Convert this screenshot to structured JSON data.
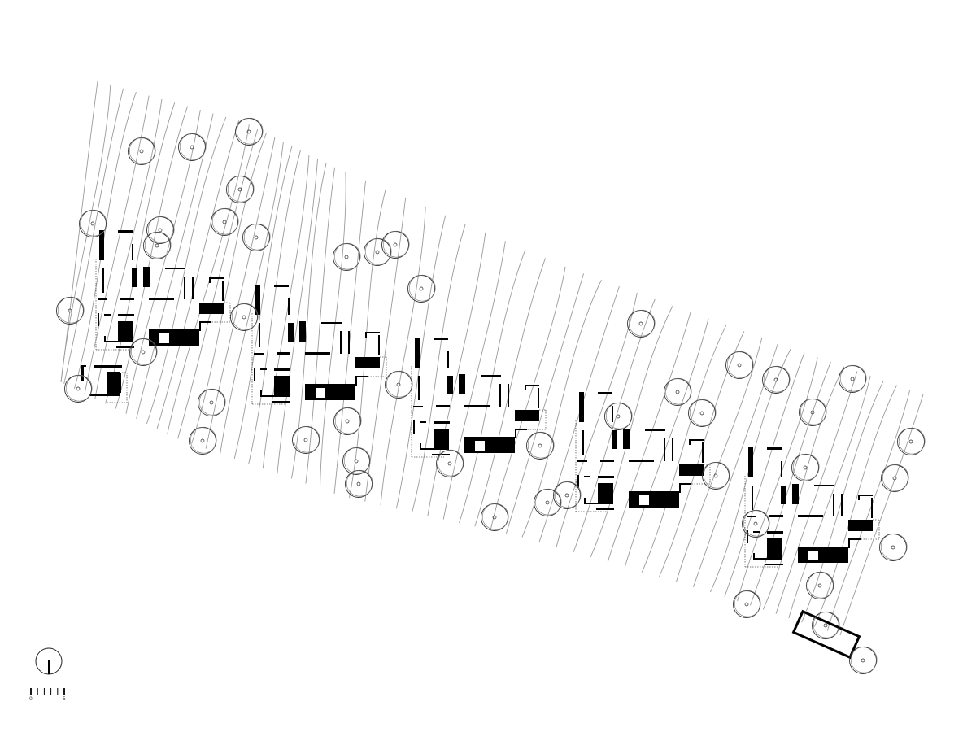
{
  "drawing": {
    "type": "site plan",
    "house_count": 5,
    "colors": {
      "ink": "#000000",
      "contour": "#9a9a9a",
      "tree": "#333333",
      "background": "#ffffff"
    }
  },
  "north_arrow": {
    "icon": "north-arrow-icon"
  },
  "scale_bar": {
    "label_start": "0",
    "label_end": "5"
  }
}
